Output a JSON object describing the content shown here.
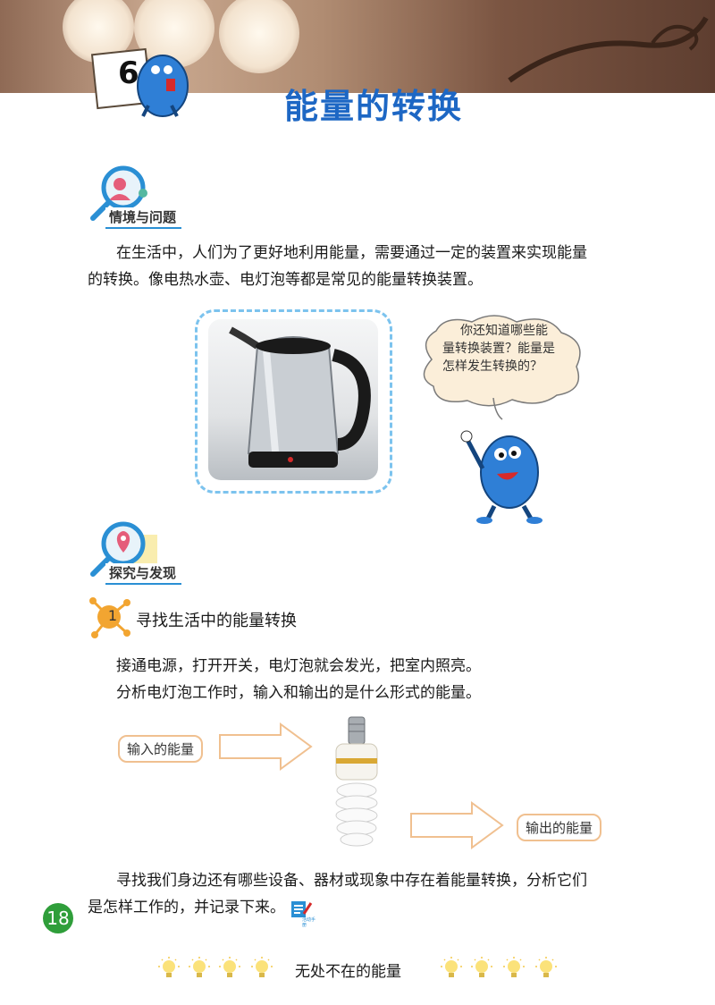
{
  "lesson": {
    "number": "6",
    "title": "能量的转换"
  },
  "section1": {
    "label": "情境与问题",
    "paragraph_line1": "在生活中，人们为了更好地利用能量，需要通过一定的装置来实现能量",
    "paragraph_line2": "的转换。像电热水壶、电灯泡等都是常见的能量转换装置。"
  },
  "thought_bubble": {
    "line1": "你还知道哪些能",
    "line2": "量转换装置？能量是",
    "line3": "怎样发生转换的？"
  },
  "section2": {
    "label": "探究与发现"
  },
  "step1": {
    "number": "1",
    "title": "寻找生活中的能量转换",
    "line1": "接通电源，打开开关，电灯泡就会发光，把室内照亮。",
    "line2": "分析电灯泡工作时，输入和输出的是什么形式的能量。",
    "input_label": "输入的能量",
    "output_label": "输出的能量"
  },
  "closing": {
    "line1": "寻找我们身边还有哪些设备、器材或现象中存在着能量转换，分析它们",
    "line2": "是怎样工作的，并记录下来。",
    "activity_icon_label": "活动手册"
  },
  "page_number": "18",
  "footer": {
    "unit_title": "无处不在的能量"
  },
  "colors": {
    "title_blue": "#1d67c4",
    "label_underline": "#2a8fd4",
    "dashed_frame": "#7cc3ee",
    "page_green": "#2f9e3a",
    "step_orange": "#f2a531",
    "arrow_outline": "#f0c090"
  },
  "icons": [
    "magnifier-people-icon",
    "magnifier-map-pin-icon",
    "step-molecule-icon",
    "activity-handbook-icon",
    "lightbulb-icon"
  ]
}
